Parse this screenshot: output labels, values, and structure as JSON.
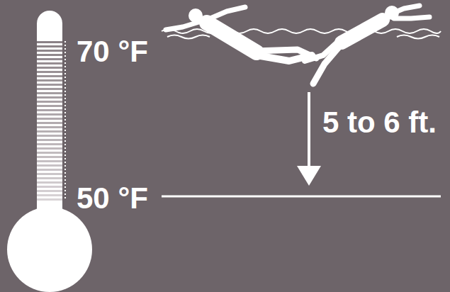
{
  "diagram": {
    "labels": [
      "70 °F",
      "5 to 6 ft.",
      "50 °F"
    ]
  }
}
